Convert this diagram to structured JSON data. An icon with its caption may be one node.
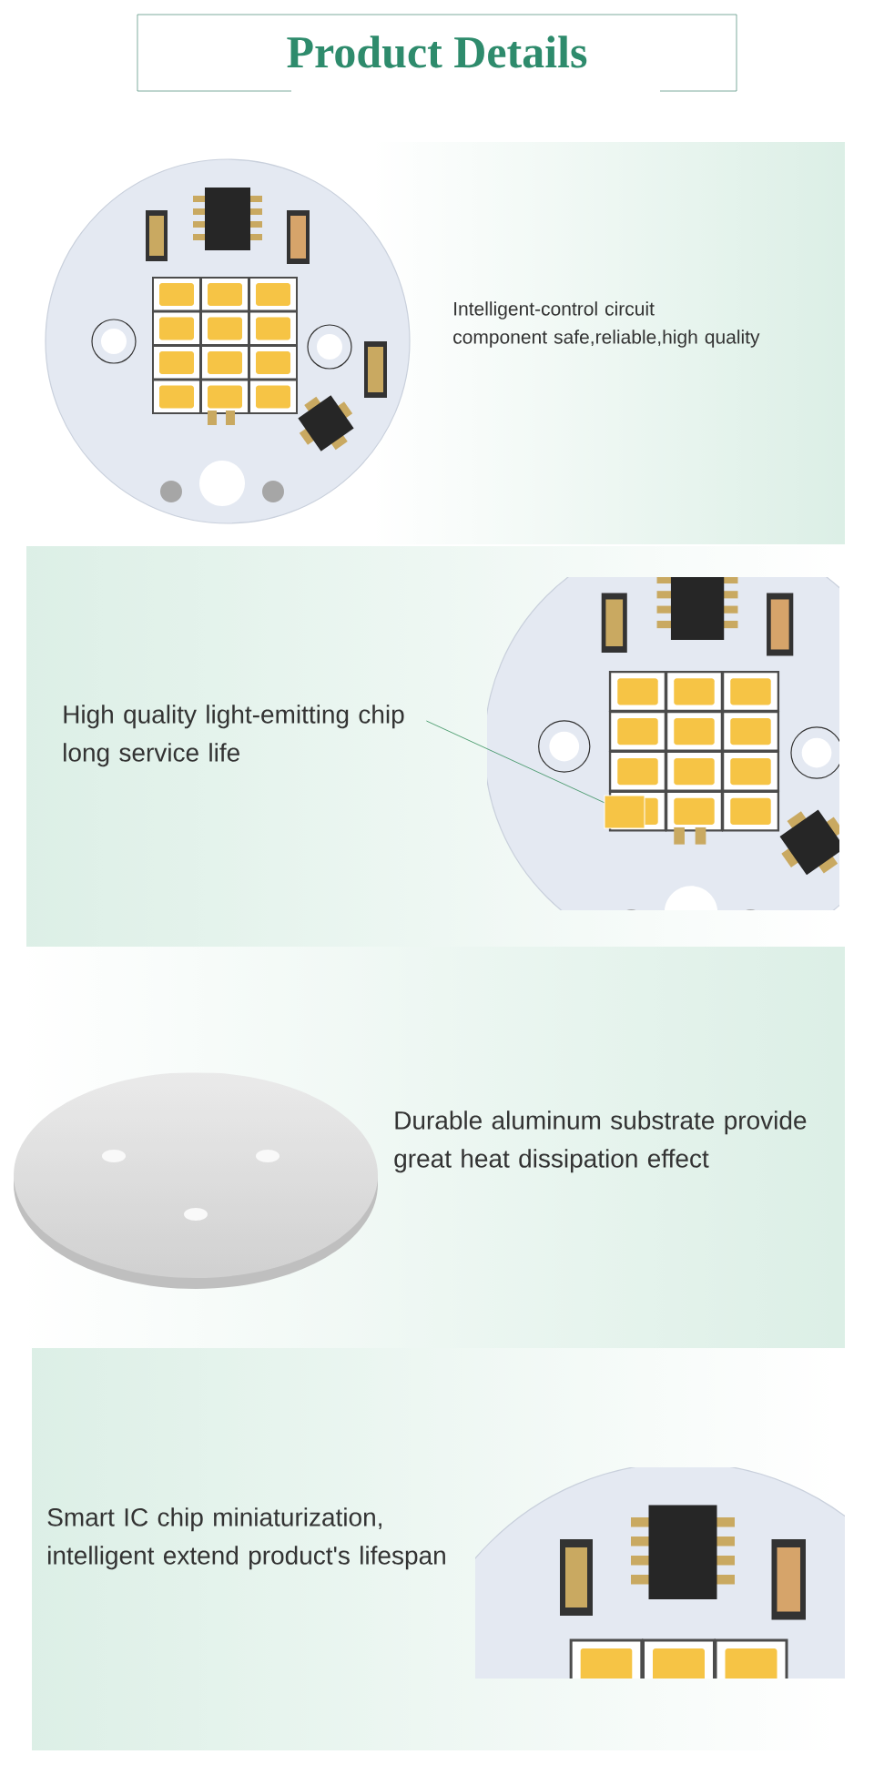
{
  "diagram": {
    "title": "Product Details",
    "nodes": [
      {
        "text": [
          "Intelligent-control circuit",
          "component safe,reliable,high quality"
        ]
      },
      {
        "text": [
          "High quality light-emitting chip long service life"
        ]
      },
      {
        "text": [
          "Durable aluminum substrate provide great heat dissipation effect"
        ]
      },
      {
        "text": [
          "Smart IC chip miniaturization, intelligent extend product's lifespan"
        ]
      },
      {
        "text": [],
        "shape": "box"
      }
    ],
    "edges": [
      {
        "from": 1,
        "to": 4,
        "arrow": "none"
      }
    ]
  }
}
